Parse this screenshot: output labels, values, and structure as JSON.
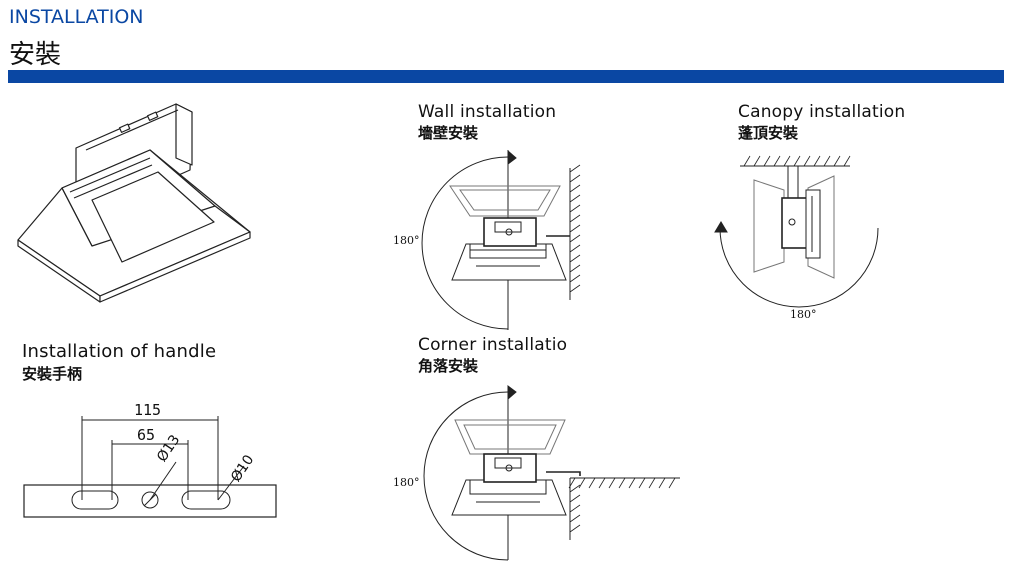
{
  "header": {
    "title": "INSTALLATION",
    "subtitle": "安裝",
    "accent_color": "#0a47a3"
  },
  "sections": {
    "wall": {
      "title_en": "Wall installation",
      "title_zh": "墻壁安裝",
      "angle": "180°"
    },
    "canopy": {
      "title_en": "Canopy installation",
      "title_zh": "蓬頂安裝",
      "angle": "180°"
    },
    "handle": {
      "title_en": "Installation of handle",
      "title_zh": "安裝手柄",
      "dim_outer": "115",
      "dim_inner": "65",
      "hole_large": "Ø13",
      "hole_small": "Ø10"
    },
    "corner": {
      "title_en": "Corner installatio",
      "title_zh": "角落安裝",
      "angle": "180°"
    }
  }
}
